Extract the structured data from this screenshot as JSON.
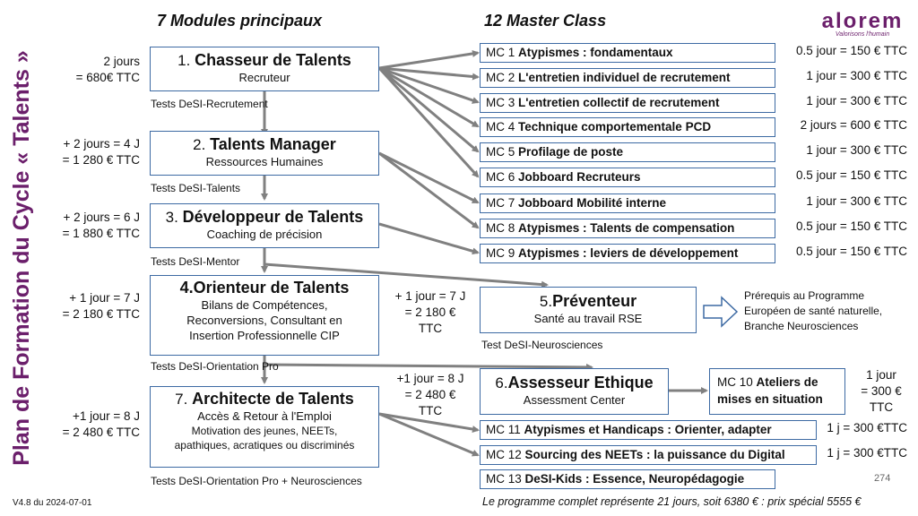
{
  "side_title": "Plan de Formation du Cycle « Talents »",
  "modules_header": "7 Modules principaux",
  "mc_header": "12 Master Class",
  "logo": {
    "text": "alorem",
    "tagline": "Valorisons l'humain"
  },
  "modules": [
    {
      "num": "1.",
      "title": "Chasseur de Talents",
      "sub": [
        "Recruteur"
      ],
      "price": [
        "2 jours",
        "= 680€ TTC"
      ],
      "test": "Tests DeSI-Recrutement"
    },
    {
      "num": "2.",
      "title": "Talents Manager",
      "sub": [
        "Ressources Humaines"
      ],
      "price": [
        "+ 2 jours = 4 J",
        "= 1 280 € TTC"
      ],
      "test": "Tests DeSI-Talents"
    },
    {
      "num": "3.",
      "title": "Développeur de Talents",
      "sub": [
        "Coaching de précision"
      ],
      "price": [
        "+ 2 jours = 6 J",
        "= 1 880 € TTC"
      ],
      "test": "Tests DeSI-Mentor"
    },
    {
      "num": "4.",
      "title": "Orienteur de Talents",
      "sub": [
        "Bilans de Compétences,",
        "Reconversions, Consultant en",
        "Insertion Professionnelle CIP"
      ],
      "price": [
        "+ 1 jour = 7 J",
        "= 2 180 € TTC"
      ],
      "test": "Tests DeSI-Orientation Pro"
    },
    {
      "num": "7.",
      "title": "Architecte de Talents",
      "sub": [
        "Accès & Retour à l'Emploi"
      ],
      "sub2": [
        "Motivation des jeunes, NEETs,",
        "apathiques, acratiques ou discriminés"
      ],
      "price": [
        "+1 jour = 8 J",
        "= 2 480 € TTC"
      ],
      "test": "Tests DeSI-Orientation Pro + Neurosciences"
    }
  ],
  "preventeur": {
    "num": "5.",
    "title": "Préventeur",
    "sub": "Santé au travail RSE",
    "price": [
      "+ 1 jour = 7 J",
      "= 2 180 €",
      "TTC"
    ],
    "test": "Test DeSI-Neurosciences",
    "note": [
      "Prérequis au Programme",
      "Européen de santé naturelle,",
      "Branche Neurosciences"
    ]
  },
  "assesseur": {
    "num": "6.",
    "title": "Assesseur Ethique",
    "sub": "Assessment Center",
    "price": [
      "+1 jour = 8 J",
      "= 2 480 €",
      "TTC"
    ]
  },
  "master_classes": [
    {
      "code": "MC 1",
      "title": "Atypismes : fondamentaux",
      "price": "0.5 jour = 150 € TTC"
    },
    {
      "code": "MC 2",
      "title": "L'entretien individuel de recrutement",
      "price": "1 jour = 300 € TTC"
    },
    {
      "code": "MC 3",
      "title": "L'entretien collectif de recrutement",
      "price": "1 jour = 300 € TTC"
    },
    {
      "code": "MC 4",
      "title": "Technique comportementale PCD",
      "price": "2 jours = 600 € TTC"
    },
    {
      "code": "MC 5",
      "title": "Profilage de poste",
      "price": "1 jour = 300 € TTC"
    },
    {
      "code": "MC 6",
      "title": "Jobboard Recruteurs",
      "price": "0.5 jour = 150 € TTC"
    },
    {
      "code": "MC 7",
      "title": "Jobboard Mobilité interne",
      "price": "1 jour = 300 € TTC"
    },
    {
      "code": "MC 8",
      "title": "Atypismes : Talents de compensation",
      "price": "0.5 jour = 150 € TTC"
    },
    {
      "code": "MC 9",
      "title": "Atypismes : leviers de développement",
      "price": "0.5 jour = 150 € TTC"
    }
  ],
  "mc10": {
    "code": "MC 10",
    "title_line1": "Ateliers de",
    "title_line2": "mises en situation",
    "price": [
      "1 jour",
      "= 300 €",
      "TTC"
    ]
  },
  "mc_bottom": [
    {
      "code": "MC 11",
      "title": "Atypismes et Handicaps : Orienter, adapter",
      "price": "1 j = 300 €TTC"
    },
    {
      "code": "MC 12",
      "title": "Sourcing des NEETs : la puissance du Digital",
      "price": "1 j = 300 €TTC"
    },
    {
      "code": "MC 13",
      "title": "DeSI-Kids : Essence, Neuropédagogie",
      "price": ""
    }
  ],
  "page_number": "274",
  "version": "V4.8 du 2024-07-01",
  "footer": "Le programme complet représente 21 jours, soit 6380 € : prix spécial 5555 €",
  "colors": {
    "purple": "#6b1f6b",
    "box_border": "#3d6aa3",
    "arrow": "#808080"
  }
}
